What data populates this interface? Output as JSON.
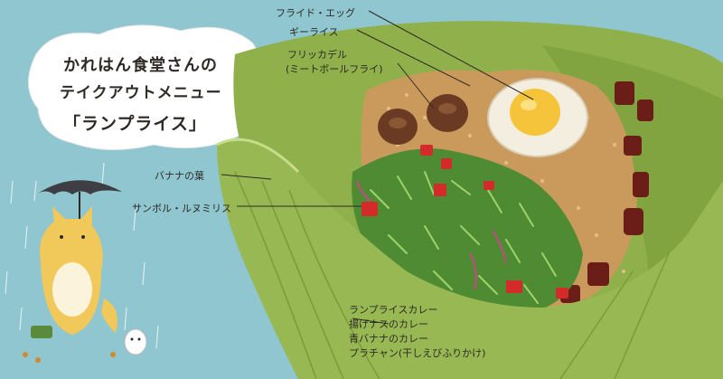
{
  "title": {
    "line1": "かれはん食堂さんの",
    "line2": "テイクアウトメニュー",
    "line3": "「ランプライス」"
  },
  "labels": {
    "fried_egg": "フライド・エッグ",
    "ghee_rice": "ギーライス",
    "frikadel": "フリッカデル",
    "frikadel_note": "(ミートボールフライ)",
    "banana_leaf": "バナナの葉",
    "sambol": "サンボル・ルヌミリス",
    "curries": [
      "ランプライスカレー",
      "揚げナスのカレー",
      "青バナナのカレー",
      "プラチャン(干しえびふりかけ)"
    ]
  },
  "colors": {
    "background": "#8fc6cf",
    "leaf": "#8fb04a",
    "rice": "#c99a5c",
    "sambol": "#4e8b32"
  }
}
